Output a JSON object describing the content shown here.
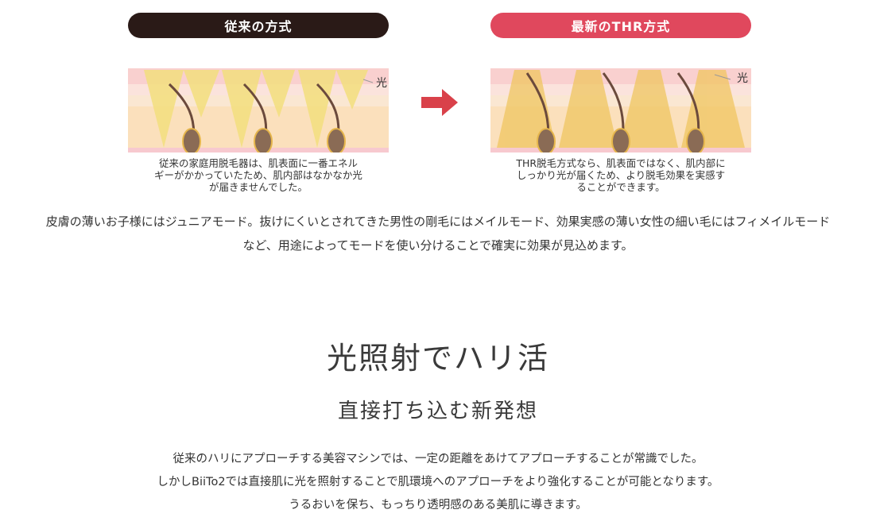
{
  "comparison": {
    "left": {
      "title": "従来の方式",
      "light_label": "光",
      "caption_lines": [
        "従来の家庭用脱毛器は、肌表面に一番エネル",
        "ギーがかかっていたため、肌内部はなかなか光",
        "が届きませんでした。"
      ]
    },
    "right": {
      "title": "最新のTHR方式",
      "light_label": "光",
      "caption_lines": [
        "THR脱毛方式なら、肌表面ではなく、肌内部に",
        "しっかり光が届くため、より脱毛効果を実感す",
        "ることができます。"
      ]
    },
    "arrow_icon": "right-arrow-icon",
    "colors": {
      "dark_pill": "#2a1a17",
      "red_pill": "#e0485d",
      "arrow": "#d9414a",
      "skin_pink": "#f9d6d3",
      "skin_peach": "#fbe2c0",
      "light_beam": "#f3e08a",
      "hair": "#6b4a3c"
    }
  },
  "intro": {
    "line1": "皮膚の薄いお子様にはジュニアモード。抜けにくいとされてきた男性の剛毛にはメイルモード、効果実感の薄い女性の細い毛にはフィメイルモード",
    "line2": "など、用途によってモードを使い分けることで確実に効果が見込めます。"
  },
  "section": {
    "heading": "光照射でハリ活",
    "subheading": "直接打ち込む新発想",
    "paragraph_lines": [
      "従来のハリにアプローチする美容マシンでは、一定の距離をあけてアプローチすることが常識でした。",
      "しかしBiiTo2では直接肌に光を照射することで肌環境へのアプローチをより強化することが可能となります。",
      "うるおいを保ち、もっちり透明感のある美肌に導きます。"
    ]
  }
}
